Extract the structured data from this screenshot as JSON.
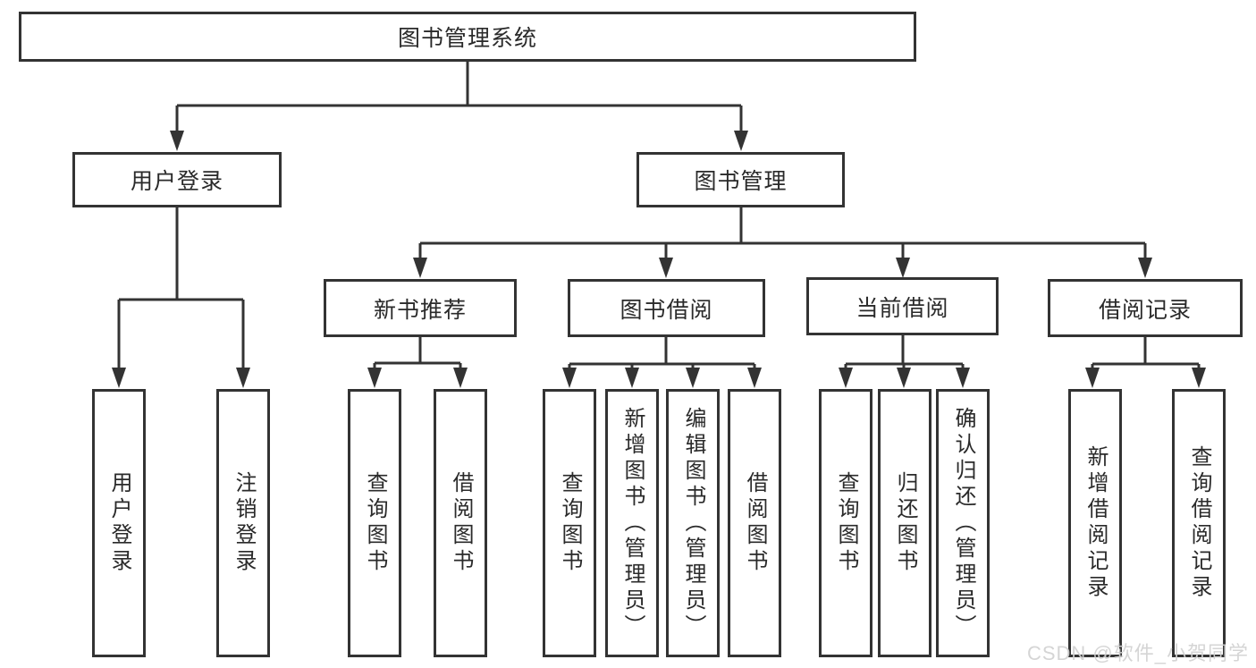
{
  "diagram_title": "图书管理系统",
  "watermark": "CSDN @软件_小贺同学",
  "colors": {
    "line": "#333333",
    "border": "#333333",
    "text": "#2a2a2a",
    "background": "#ffffff",
    "watermark": "#d2d2d2"
  },
  "tree": {
    "label": "图书管理系统",
    "children": [
      {
        "label": "用户登录",
        "children": [
          {
            "label": "用户登录"
          },
          {
            "label": "注销登录"
          }
        ]
      },
      {
        "label": "图书管理",
        "children": [
          {
            "label": "新书推荐",
            "children": [
              {
                "label": "查询图书"
              },
              {
                "label": "借阅图书"
              }
            ]
          },
          {
            "label": "图书借阅",
            "children": [
              {
                "label": "查询图书"
              },
              {
                "label": "新增图书（管理员）"
              },
              {
                "label": "编辑图书（管理员）"
              },
              {
                "label": "借阅图书"
              }
            ]
          },
          {
            "label": "当前借阅",
            "children": [
              {
                "label": "查询图书"
              },
              {
                "label": "归还图书"
              },
              {
                "label": "确认归还（管理员）"
              }
            ]
          },
          {
            "label": "借阅记录",
            "children": [
              {
                "label": "新增借阅记录"
              },
              {
                "label": "查询借阅记录"
              }
            ]
          }
        ]
      }
    ]
  }
}
